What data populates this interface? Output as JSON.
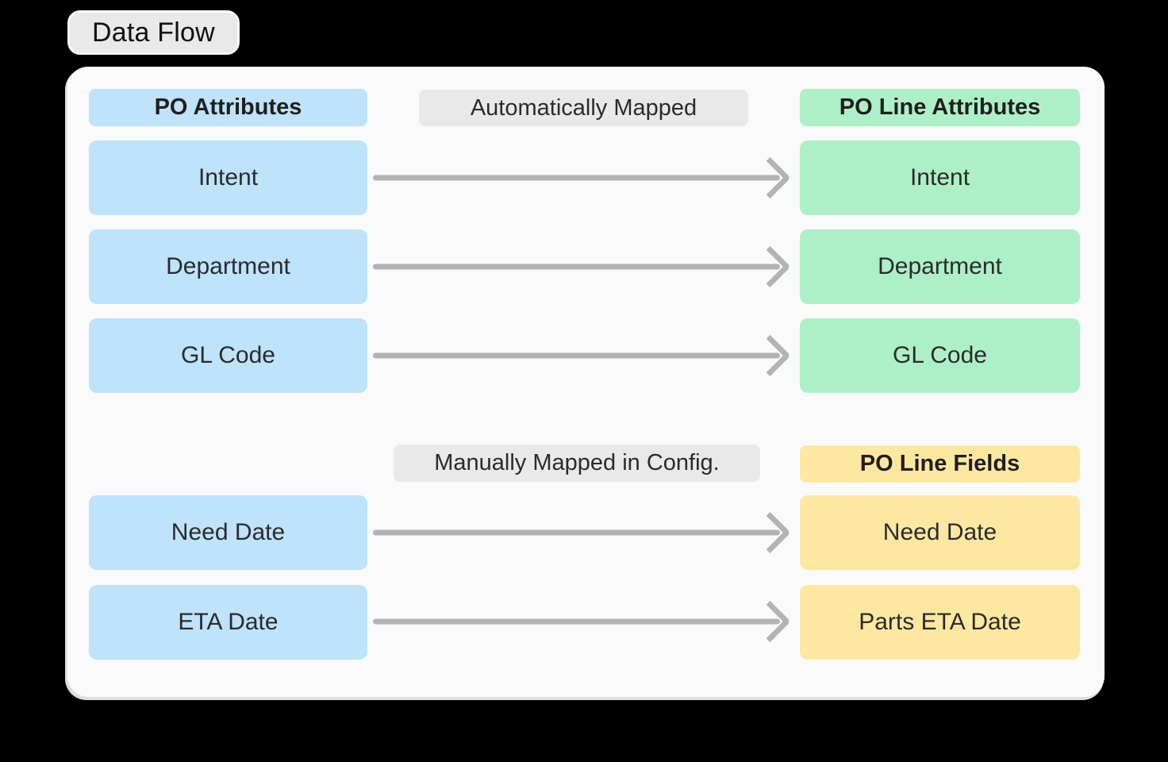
{
  "title_badge": "Data Flow",
  "diagram": {
    "left_column_header": "PO Attributes",
    "sections": [
      {
        "label": "Automatically Mapped",
        "right_header": "PO Line Attributes",
        "rows": [
          {
            "from": "Intent",
            "to": "Intent"
          },
          {
            "from": "Department",
            "to": "Department"
          },
          {
            "from": "GL Code",
            "to": "GL Code"
          }
        ]
      },
      {
        "label": "Manually Mapped in Config.",
        "right_header": "PO Line Fields",
        "rows": [
          {
            "from": "Need Date",
            "to": "Need Date"
          },
          {
            "from": "ETA Date",
            "to": "Parts ETA Date"
          }
        ]
      }
    ]
  },
  "icons": {
    "arrow_right": "right-arrow"
  },
  "colors": {
    "page_bg": "#000000",
    "panel_bg": "#fafafa",
    "source_box": "#bee3fb",
    "auto_target_box": "#adf0c8",
    "manual_target_box": "#fde8a2",
    "label_bg": "#e9e9e9",
    "arrow": "#b3b3b3",
    "text": "#2b2b2b"
  }
}
